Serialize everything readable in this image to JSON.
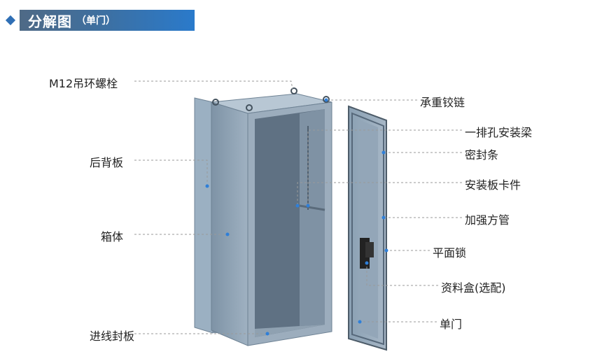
{
  "header": {
    "title": "分解图",
    "subtitle": "（单门）"
  },
  "labels": {
    "lifting_bolt": "M12吊环螺栓",
    "back_panel": "后背板",
    "cabinet_body": "箱体",
    "cable_entry_plate": "进线封板",
    "hinge": "承重铰链",
    "mounting_beam": "一排孔安装梁",
    "seal_strip": "密封条",
    "mounting_clip": "安装板卡件",
    "reinforcing_tube": "加强方管",
    "flat_lock": "平面锁",
    "document_box": "资料盒(选配)",
    "single_door": "单门"
  },
  "colors": {
    "accent": "#2f6fb5",
    "marker_dot": "#2f7fd8",
    "cabinet_face": "#8ea2b4",
    "cabinet_inner": "#5f7183",
    "leader_line": "#9a9a9a"
  }
}
